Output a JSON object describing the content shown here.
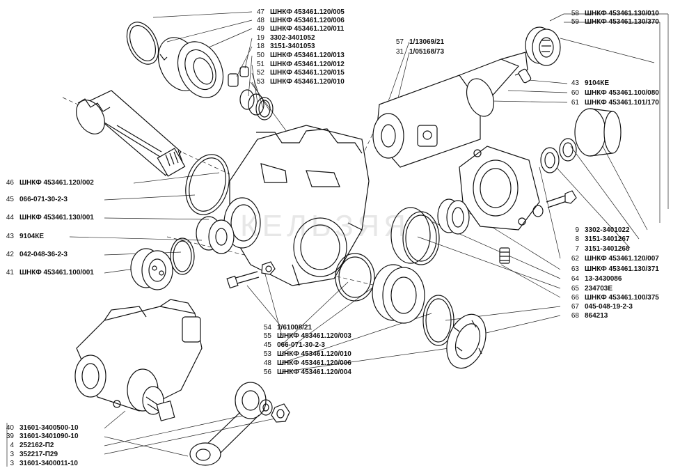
{
  "watermark": "КЕЛЬЗЯЯ",
  "callouts": {
    "top_center": [
      {
        "num": "47",
        "code": "ШНКФ 453461.120/005"
      },
      {
        "num": "48",
        "code": "ШНКФ 453461.120/006"
      },
      {
        "num": "49",
        "code": "ШНКФ 453461.120/011"
      },
      {
        "num": "19",
        "code": "3302-3401052"
      },
      {
        "num": "18",
        "code": "3151-3401053"
      },
      {
        "num": "50",
        "code": "ШНКФ 453461.120/013"
      },
      {
        "num": "51",
        "code": "ШНКФ 453461.120/012"
      },
      {
        "num": "52",
        "code": "ШНКФ 453461.120/015"
      },
      {
        "num": "53",
        "code": "ШНКФ 453461.120/010"
      }
    ],
    "top_mid": [
      {
        "num": "57",
        "code": "1/13069/21"
      },
      {
        "num": "31",
        "code": "1/05168/73"
      }
    ],
    "top_right": [
      {
        "num": "58",
        "code": "ШНКФ 453461.130/010"
      },
      {
        "num": "59",
        "code": "ШНКФ 453461.130/370"
      }
    ],
    "right_upper": [
      {
        "num": "43",
        "code": "9104КЕ"
      },
      {
        "num": "60",
        "code": "ШНКФ 453461.100/080"
      },
      {
        "num": "61",
        "code": "ШНКФ 453461.101/170"
      }
    ],
    "right_lower": [
      {
        "num": "9",
        "code": "3302-3401022"
      },
      {
        "num": "8",
        "code": "3151-3401267"
      },
      {
        "num": "7",
        "code": "3151-3401268"
      },
      {
        "num": "62",
        "code": "ШНКФ 453461.120/007"
      },
      {
        "num": "63",
        "code": "ШНКФ 453461.130/371"
      },
      {
        "num": "64",
        "code": "13-3430086"
      },
      {
        "num": "65",
        "code": "234703Е"
      },
      {
        "num": "66",
        "code": "ШНКФ 453461.100/375"
      },
      {
        "num": "67",
        "code": "045-048-19-2-3"
      },
      {
        "num": "68",
        "code": "864213"
      }
    ],
    "left": [
      {
        "num": "46",
        "code": "ШНКФ 453461.120/002"
      },
      {
        "num": "45",
        "code": "066-071-30-2-3"
      },
      {
        "num": "44",
        "code": "ШНКФ 453461.130/001"
      },
      {
        "num": "43",
        "code": "9104КЕ"
      },
      {
        "num": "42",
        "code": "042-048-36-2-3"
      },
      {
        "num": "41",
        "code": "ШНКФ 453461.100/001"
      }
    ],
    "bottom_center": [
      {
        "num": "54",
        "code": "1/61008/21"
      },
      {
        "num": "55",
        "code": "ШНКФ 453461.120/003"
      },
      {
        "num": "45",
        "code": "066-071-30-2-3"
      },
      {
        "num": "53",
        "code": "ШНКФ 453461.120/010"
      },
      {
        "num": "48",
        "code": "ШНКФ 453461.120/006"
      },
      {
        "num": "56",
        "code": "ШНКФ 453461.120/004"
      }
    ],
    "bottom_left": [
      {
        "num": "40",
        "code": "31601-3400500-10"
      },
      {
        "num": "39",
        "code": "31601-3401090-10"
      },
      {
        "num": "4",
        "code": "252162-П2"
      },
      {
        "num": "3",
        "code": "352217-П29"
      },
      {
        "num": "3",
        "code": "31601-3400011-10"
      }
    ]
  }
}
